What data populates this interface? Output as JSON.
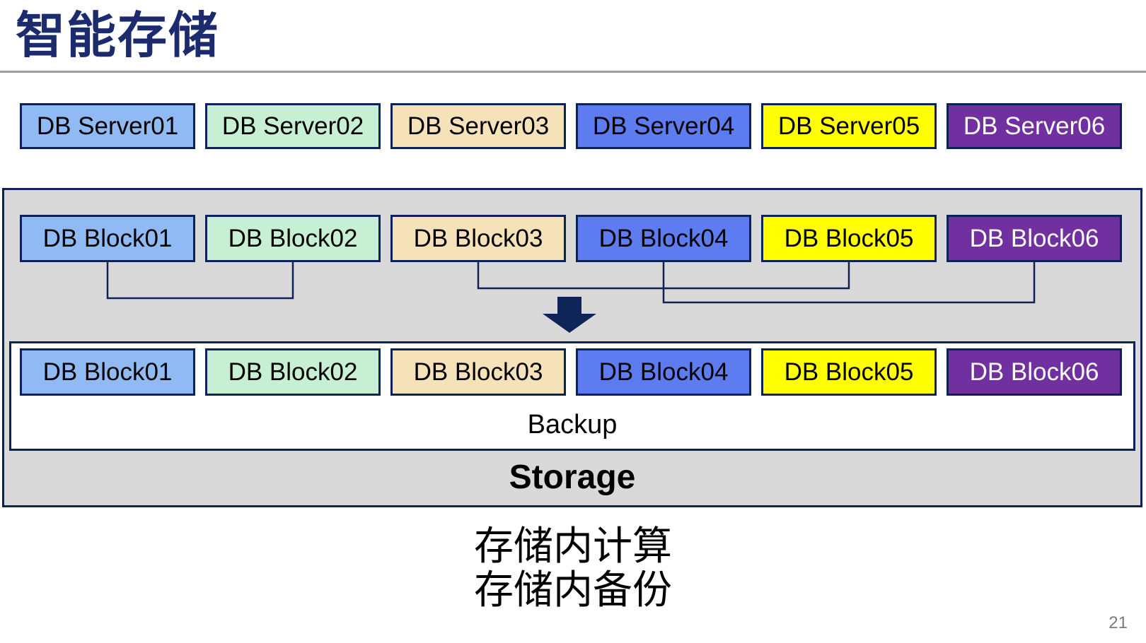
{
  "title": "智能存储",
  "page_number": "21",
  "servers": [
    "DB Server01",
    "DB Server02",
    "DB Server03",
    "DB Server04",
    "DB Server05",
    "DB Server06"
  ],
  "storage": {
    "top_blocks": [
      "DB Block01",
      "DB Block02",
      "DB Block03",
      "DB Block04",
      "DB Block05",
      "DB Block06"
    ],
    "bottom_blocks": [
      "DB Block01",
      "DB Block02",
      "DB Block03",
      "DB Block04",
      "DB Block05",
      "DB Block06"
    ],
    "backup_label": "Backup",
    "storage_label": "Storage"
  },
  "captions": [
    "存储内计算",
    "存储内备份"
  ],
  "connections": [
    {
      "from": 0,
      "to": 1,
      "drop": 51
    },
    {
      "from": 2,
      "to": 4,
      "drop": 37
    },
    {
      "from": 3,
      "to": 5,
      "drop": 57
    }
  ],
  "icons": {
    "flow_arrow": "down-arrow"
  },
  "palette": {
    "title_navy": "#1B2B6E",
    "border_navy": "#0E2257",
    "container_gray": "#D9D9D9",
    "line_gray": "#9C9C9C",
    "arrow_navy": "#0F2457",
    "page_num_gray": "#7A7A7A",
    "box_fills": [
      "#8FBAF3",
      "#C7EFD3",
      "#F6E2B9",
      "#5C7CEF",
      "#FFFF00",
      "#7030A0"
    ],
    "box_text_colors": [
      "#000000",
      "#000000",
      "#000000",
      "#000000",
      "#000000",
      "#FFFFFF"
    ]
  }
}
